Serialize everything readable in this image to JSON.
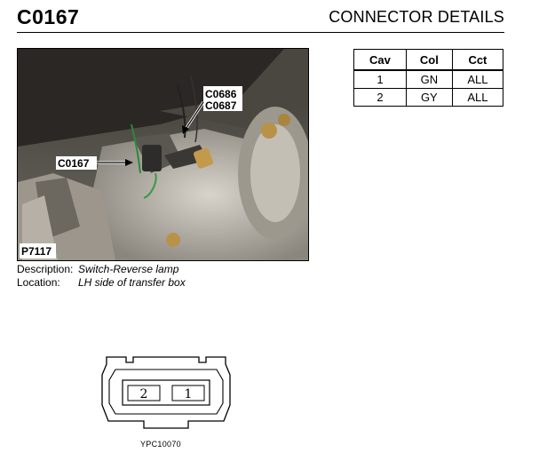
{
  "header": {
    "code": "C0167",
    "title": "CONNECTOR DETAILS"
  },
  "photo": {
    "callouts": {
      "connector_a": "C0686",
      "connector_b": "C0687",
      "target": "C0167"
    },
    "photo_ref": "P7117"
  },
  "table": {
    "headers": [
      "Cav",
      "Col",
      "Cct"
    ],
    "rows": [
      [
        "1",
        "GN",
        "ALL"
      ],
      [
        "2",
        "GY",
        "ALL"
      ]
    ]
  },
  "details": {
    "description_label": "Description:",
    "description_value": "Switch-Reverse lamp",
    "location_label": "Location:",
    "location_value": "LH side of transfer box"
  },
  "diagram": {
    "cavity_2": "2",
    "cavity_1": "1",
    "ref": "YPC10070"
  }
}
